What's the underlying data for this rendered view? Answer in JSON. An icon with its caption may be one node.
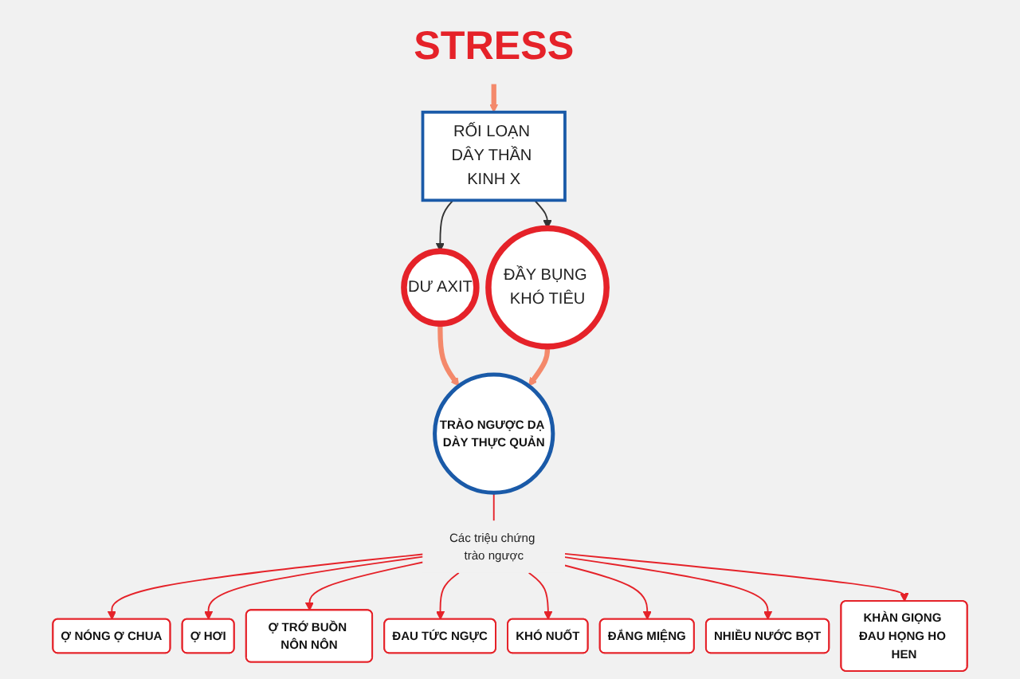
{
  "diagram": {
    "nodes": [
      {
        "text": [
          "STRESS"
        ]
      },
      {
        "text": [
          "RỐI LOẠN DÂY THẦN KINH X"
        ]
      },
      {
        "text": [
          "DƯ AXIT"
        ]
      },
      {
        "text": [
          "ĐẦY BỤNG KHÓ TIÊU"
        ]
      },
      {
        "text": [
          "TRÀO NGƯỢC DẠ DÀY THỰC QUẢN"
        ]
      },
      {
        "text": [
          "Các triệu chứng trào ngược"
        ]
      },
      {
        "text": [
          "Ợ NÓNG Ợ CHUA"
        ]
      },
      {
        "text": [
          "Ợ HƠI"
        ]
      },
      {
        "text": [
          "Ợ TRỚ BUỒN NÔN NÔN"
        ]
      },
      {
        "text": [
          "ĐAU TỨC NGỰC"
        ]
      },
      {
        "text": [
          "KHÓ NUỐT"
        ]
      },
      {
        "text": [
          "ĐẮNG MIỆNG"
        ]
      },
      {
        "text": [
          "NHIỀU NƯỚC BỌT"
        ]
      },
      {
        "text": [
          "KHÀN GIỌNG ĐAU HỌNG HO HEN"
        ]
      }
    ],
    "edges": [
      {
        "from": 0,
        "to": 1,
        "arrow": "to",
        "style": "thick",
        "color": "#f4896b"
      },
      {
        "from": 1,
        "to": 2,
        "arrow": "to",
        "color": "#333333"
      },
      {
        "from": 1,
        "to": 3,
        "arrow": "to",
        "color": "#333333"
      },
      {
        "from": 2,
        "to": 4,
        "arrow": "to",
        "style": "thick",
        "color": "#f4896b"
      },
      {
        "from": 3,
        "to": 4,
        "arrow": "to",
        "style": "thick",
        "color": "#f4896b"
      },
      {
        "from": 4,
        "to": 5,
        "arrow": "none"
      },
      {
        "from": 5,
        "to": 6,
        "arrow": "to"
      },
      {
        "from": 5,
        "to": 7,
        "arrow": "to"
      },
      {
        "from": 5,
        "to": 8,
        "arrow": "to"
      },
      {
        "from": 5,
        "to": 9,
        "arrow": "to"
      },
      {
        "from": 5,
        "to": 10,
        "arrow": "to"
      },
      {
        "from": 5,
        "to": 11,
        "arrow": "to"
      },
      {
        "from": 5,
        "to": 12,
        "arrow": "to"
      },
      {
        "from": 5,
        "to": 13,
        "arrow": "to"
      }
    ]
  }
}
